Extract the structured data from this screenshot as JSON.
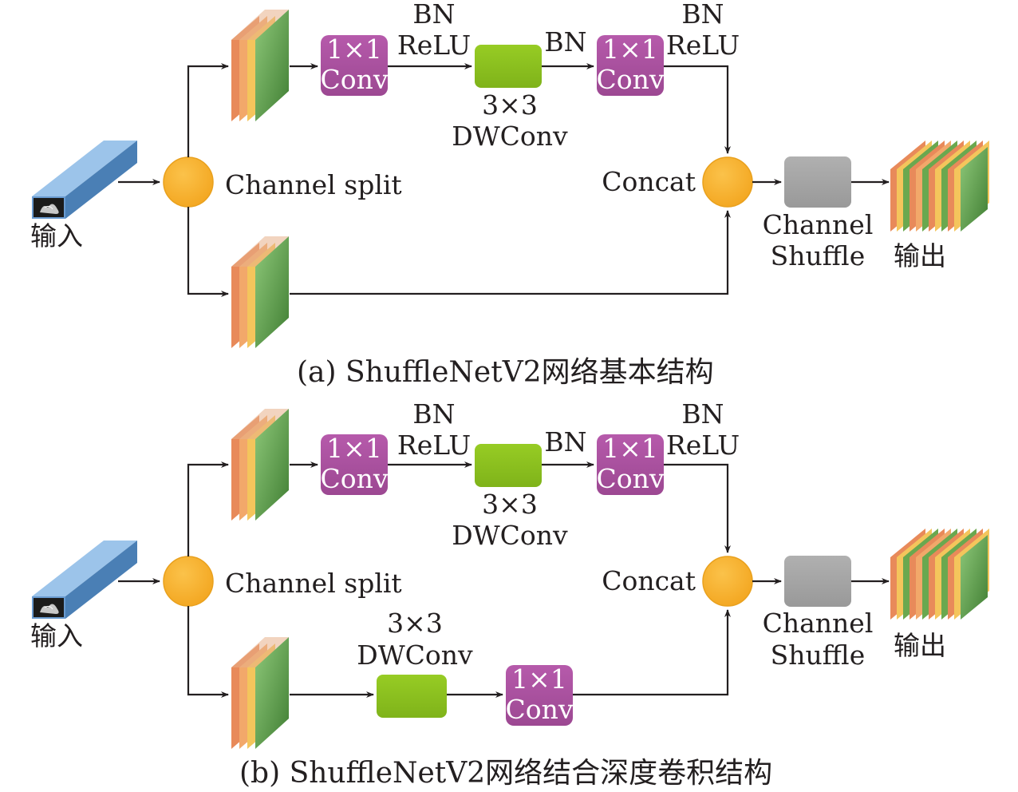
{
  "colors": {
    "conv_box": "#a84f9e",
    "dwconv_box": "#8cc21e",
    "shuffle_box": "#a5a5a5",
    "node": "#f6b02c",
    "node_stroke": "#e9a11e",
    "input_block": "#5f93c8",
    "line": "#231f20"
  },
  "panels": [
    {
      "caption": "(a) ShuffleNetV2网络基本结构",
      "input_label": "输入",
      "output_label": "输出",
      "split_label": "Channel split",
      "concat_label": "Concat",
      "shuffle_label": {
        "line1": "Channel",
        "line2": "Shuffle"
      },
      "top_branch": {
        "conv1": {
          "line1": "1×1",
          "line2": "Conv"
        },
        "post1": {
          "line1": "BN",
          "line2": "ReLU"
        },
        "dw": {
          "line1": "3×3",
          "line2": "DWConv"
        },
        "post2": "BN",
        "conv2": {
          "line1": "1×1",
          "line2": "Conv"
        },
        "post3": {
          "line1": "BN",
          "line2": "ReLU"
        }
      }
    },
    {
      "caption": "(b) ShuffleNetV2网络结合深度卷积结构",
      "input_label": "输入",
      "output_label": "输出",
      "split_label": "Channel split",
      "concat_label": "Concat",
      "shuffle_label": {
        "line1": "Channel",
        "line2": "Shuffle"
      },
      "top_branch": {
        "conv1": {
          "line1": "1×1",
          "line2": "Conv"
        },
        "post1": {
          "line1": "BN",
          "line2": "ReLU"
        },
        "dw": {
          "line1": "3×3",
          "line2": "DWConv"
        },
        "post2": "BN",
        "conv2": {
          "line1": "1×1",
          "line2": "Conv"
        },
        "post3": {
          "line1": "BN",
          "line2": "ReLU"
        }
      },
      "bottom_branch": {
        "dw": {
          "line1": "3×3",
          "line2": "DWConv"
        },
        "conv": {
          "line1": "1×1",
          "line2": "Conv"
        }
      }
    }
  ]
}
